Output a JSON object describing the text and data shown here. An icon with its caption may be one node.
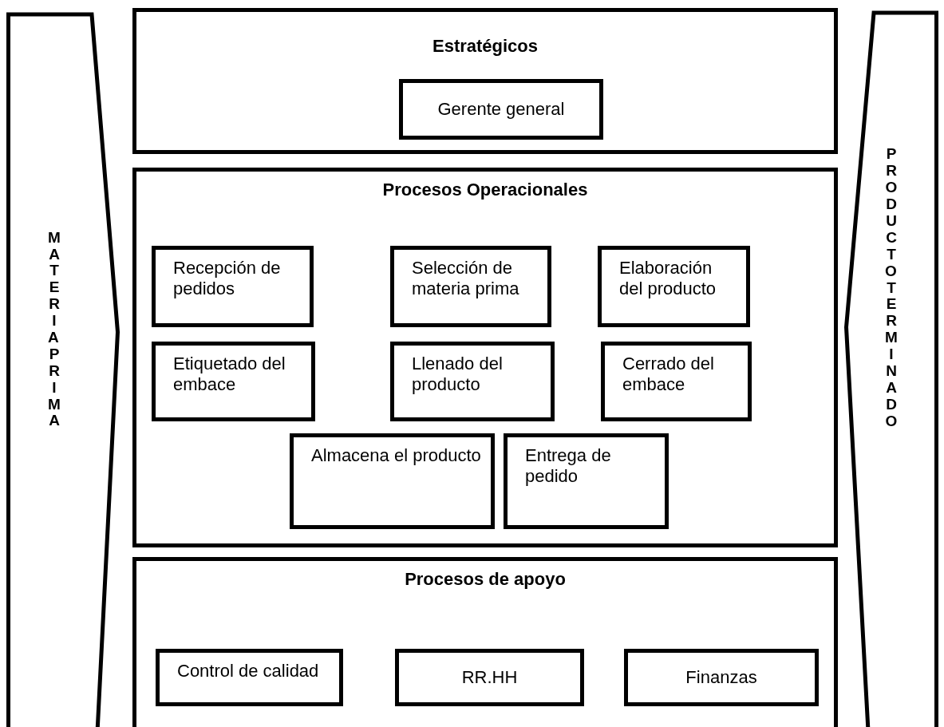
{
  "diagram": {
    "nodes": [
      {
        "text": [
          "MATERIA PRIMA"
        ]
      },
      {
        "text": [
          "Estratégicos"
        ]
      },
      {
        "text": [
          "Gerente general"
        ],
        "in": 1
      },
      {
        "text": [
          "Procesos Operacionales"
        ]
      },
      {
        "text": [
          "Recepción de pedidos"
        ],
        "in": 3
      },
      {
        "text": [
          "Selección de materia prima"
        ],
        "in": 3
      },
      {
        "text": [
          "Elaboración del producto"
        ],
        "in": 3
      },
      {
        "text": [
          "Etiquetado del embace"
        ],
        "in": 3
      },
      {
        "text": [
          "Llenado del producto"
        ],
        "in": 3
      },
      {
        "text": [
          "Cerrado del embace"
        ],
        "in": 3
      },
      {
        "text": [
          "Almacena el producto"
        ],
        "in": 3
      },
      {
        "text": [
          "Entrega de pedido"
        ],
        "in": 3
      },
      {
        "text": [
          "Procesos de apoyo"
        ]
      },
      {
        "text": [
          "Control de calidad"
        ],
        "in": 12
      },
      {
        "text": [
          "RR.HH"
        ],
        "in": 12
      },
      {
        "text": [
          "Finanzas"
        ],
        "in": 12
      },
      {
        "text": [
          "PRODUCTO TERMINADO"
        ]
      }
    ]
  }
}
